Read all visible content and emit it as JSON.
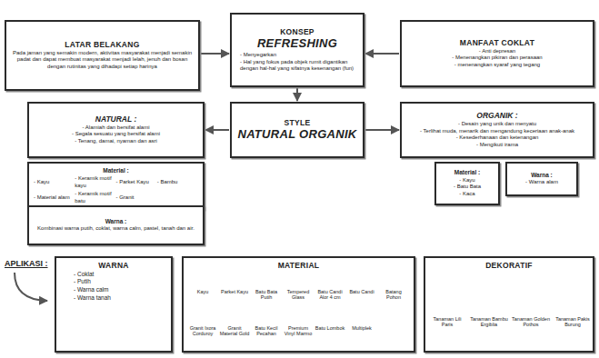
{
  "diagram": {
    "nodes": [
      {
        "text": [
          "LATAR BELAKANG",
          "Pada jaman yang semakin modern, aktivitas masyarakat menjadi semakin padat dan dapat membuat masyarakat menjadi lelah, jenuh dan bosan dengan rutinitas yang dihadapi setiap harinya"
        ]
      },
      {
        "text": [
          "KONSEP",
          "REFRESHING",
          "- Menyegarkan",
          "- Hal yang fokus pada objek rumit digantikan dengan hal-hal yang sifatnya kesenangan (fun)"
        ]
      },
      {
        "text": [
          "MANFAAT COKLAT",
          "- Anti depresan",
          "- Menenangkan pikiran dan perasaan",
          "- menenangkan syaraf yang tegang"
        ]
      },
      {
        "text": [
          "NATURAL :",
          "- Alamiah dan bersifat alami",
          "- Segala sesuatu yang bersifat alami",
          "- Tenang, damai, nyaman dan asri"
        ]
      },
      {
        "text": [
          "STYLE",
          "NATURAL ORGANIK"
        ]
      },
      {
        "text": [
          "ORGANIK :",
          "- Desain yang unik dan menyatu",
          "- Terlihat muda, menarik dan mengandung keceriaan anak-anak",
          "- Kesederhanaan dan ketenangan",
          "- Mengikuti irama"
        ]
      },
      {
        "text": [
          "Material :",
          "- Kayu",
          "- Keramik motif kayu",
          "- Parket Kayu",
          "- Bambu",
          "- Material alam",
          "- Keramik motif batu",
          "- Granit"
        ]
      },
      {
        "text": [
          "Warna :",
          "Kombinasi warna putih, coklat, warna calm, pastel, tanah dan air."
        ]
      },
      {
        "text": [
          "Material :",
          "- Kayu",
          "- Batu Bata",
          "- Kaca"
        ]
      },
      {
        "text": [
          "Warna :",
          "- Warna alam"
        ]
      },
      {
        "text": [
          "WARNA",
          "- Coklat",
          "- Putih",
          "- Warna calm",
          "- Warna tanah"
        ]
      },
      {
        "text": [
          "MATERIAL"
        ]
      },
      {
        "text": [
          "Kayu"
        ],
        "in": 11
      },
      {
        "text": [
          "Parket Kayu"
        ],
        "in": 11
      },
      {
        "text": [
          "Batu Bata Putih"
        ],
        "in": 11
      },
      {
        "text": [
          "Tempered Glass"
        ],
        "in": 11
      },
      {
        "text": [
          "Batu Candi Alor 4 cm"
        ],
        "in": 11
      },
      {
        "text": [
          "Batu Candi"
        ],
        "in": 11
      },
      {
        "text": [
          "Batang Pohon"
        ],
        "in": 11
      },
      {
        "text": [
          "Granit Ixora Corduroy"
        ],
        "in": 11
      },
      {
        "text": [
          "Granit Material Gold"
        ],
        "in": 11
      },
      {
        "text": [
          "Batu Kecil Pecahan"
        ],
        "in": 11
      },
      {
        "text": [
          "Premium Vinyl Marmo"
        ],
        "in": 11
      },
      {
        "text": [
          "Batu Lombok"
        ],
        "in": 11
      },
      {
        "text": [
          "Multiplek"
        ],
        "in": 11
      },
      {
        "text": [
          "DEKORATIF"
        ]
      },
      {
        "text": [
          "Tanaman Lili Paris"
        ],
        "in": 25
      },
      {
        "text": [
          "Tanaman Bambu Ergiblia"
        ],
        "in": 25
      },
      {
        "text": [
          "Tanaman Golden Pothos"
        ],
        "in": 25
      },
      {
        "text": [
          "Tanaman Pakis Burung"
        ],
        "in": 25
      }
    ],
    "edges": [
      {
        "from": 0,
        "to": 1,
        "arrow": "to"
      },
      {
        "from": 2,
        "to": 1,
        "arrow": "to"
      },
      {
        "from": 1,
        "to": 4,
        "arrow": "to"
      },
      {
        "from": 4,
        "to": 3,
        "arrow": "to"
      },
      {
        "from": 4,
        "to": 5,
        "arrow": "to"
      }
    ],
    "labels": [
      "APLIKASI :"
    ]
  }
}
